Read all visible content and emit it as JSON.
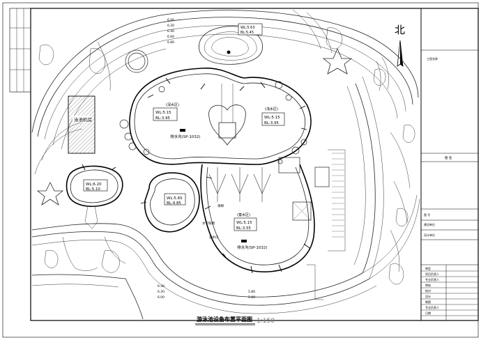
{
  "drawing": {
    "title": "游泳池设备布置平面图",
    "scale": "1:150",
    "north_label": "北"
  },
  "areas": {
    "equipment_room": "泳池机房",
    "deep_zone": "(深水区)",
    "shallow_zone": "(浅水区)",
    "kids_zone": "(童水区)",
    "wl_top": "WL:5.63",
    "bl_top": "BL:5.45",
    "wl_deep": "WL:5.15",
    "bl_deep": "BL:3.95",
    "wl_shallow": "WL:5.15",
    "bl_shallow": "BL:3.95",
    "wl_kids": "WL:6.20",
    "bl_kids": "BL:5.10",
    "wl_small": "WL:5.65",
    "bl_small": "BL:4.85",
    "wl_main": "WL:5.15",
    "bl_main": "BL:3.55",
    "drain_a": "排水沟(SP-1032)",
    "drain_b": "排水沟(SP-1032)",
    "slide": "滑梯",
    "underwater_light": "水下照明",
    "water_inlet": "进水口"
  },
  "elevations": [
    "6.00",
    "6.20",
    "6.40",
    "6.60",
    "6.80",
    "6.40",
    "6.20",
    "6.00",
    "5.80",
    "5.60"
  ],
  "title_block": {
    "rows_top": [
      "工程名称"
    ],
    "section_label": "图 名",
    "rows_mid": [
      "图 号",
      "建设单位"
    ],
    "rows_sign": [
      "设计单位",
      "审定",
      "项目负责人",
      "专业负责人",
      "审核",
      "校对",
      "设计",
      "制图",
      "专业负责人",
      "日期"
    ]
  }
}
